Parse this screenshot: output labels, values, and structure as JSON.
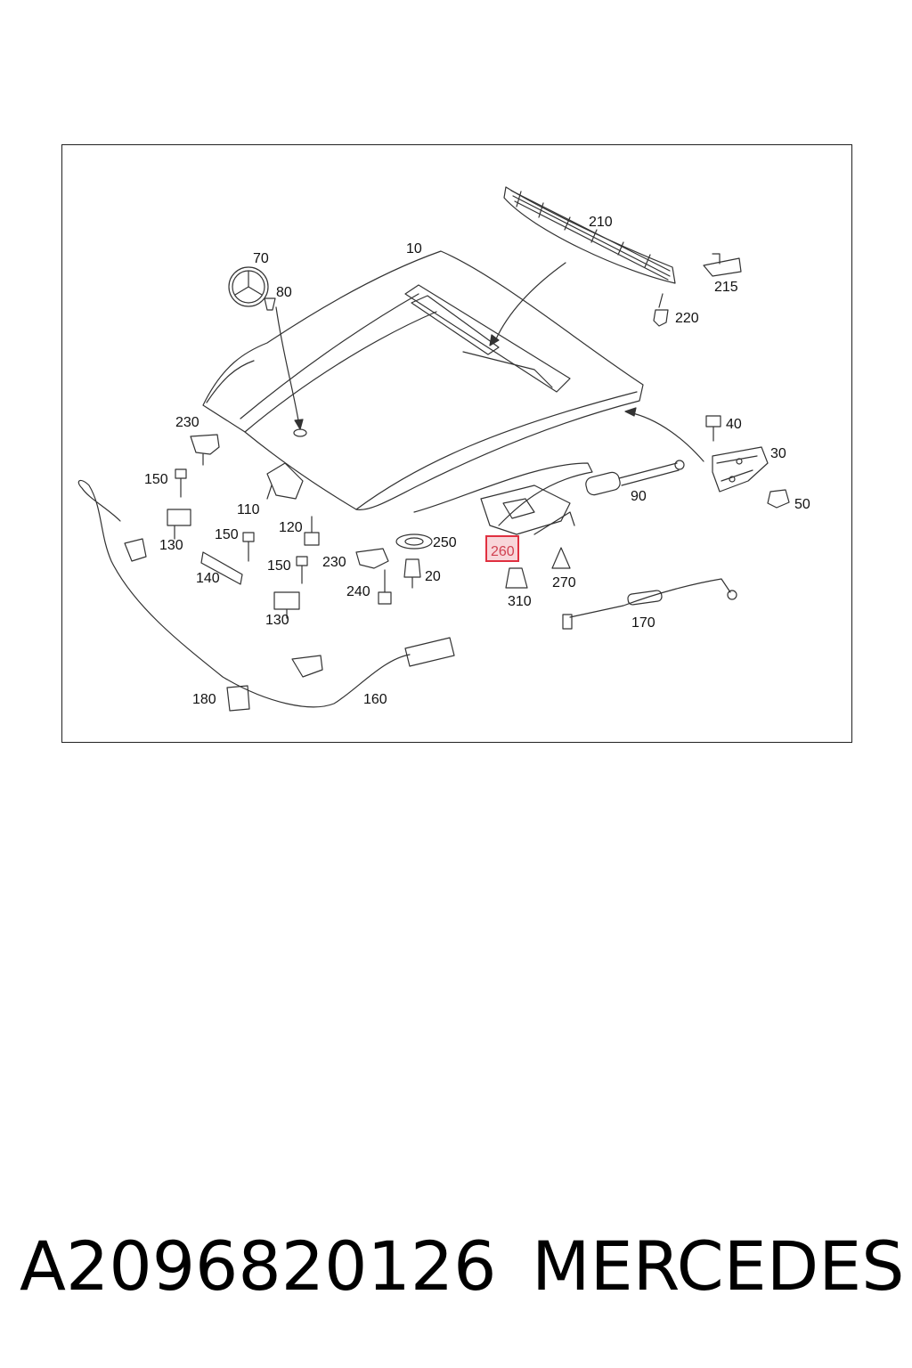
{
  "labels": {
    "l10": "10",
    "l20": "20",
    "l30": "30",
    "l40": "40",
    "l50": "50",
    "l70": "70",
    "l80": "80",
    "l90": "90",
    "l110": "110",
    "l120": "120",
    "l130a": "130",
    "l130b": "130",
    "l140": "140",
    "l150a": "150",
    "l150b": "150",
    "l150c": "150",
    "l160": "160",
    "l170": "170",
    "l180": "180",
    "l210": "210",
    "l215": "215",
    "l220": "220",
    "l230a": "230",
    "l230b": "230",
    "l240": "240",
    "l250": "250",
    "l260": "260",
    "l270": "270",
    "l310": "310"
  },
  "highlight": {
    "label": "260",
    "color": "#e03040"
  },
  "footer": {
    "part_number": "A2096820126",
    "brand": "MERCEDES"
  }
}
